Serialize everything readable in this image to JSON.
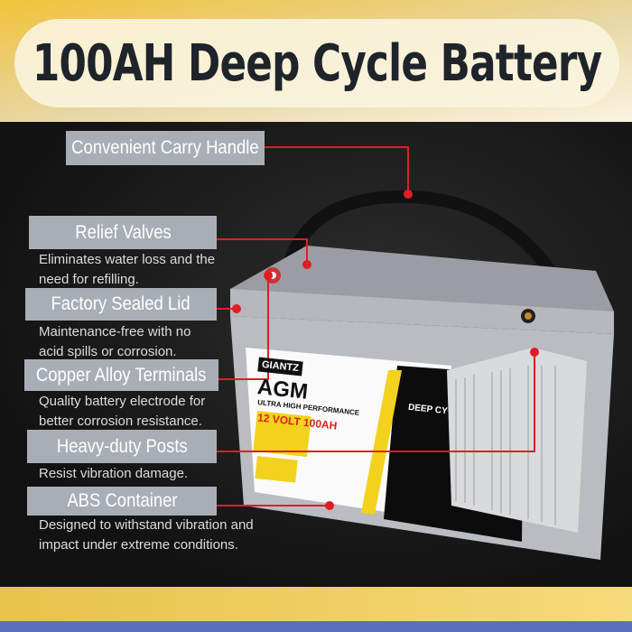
{
  "header": {
    "title": "100AH Deep Cycle Battery"
  },
  "features": [
    {
      "label": "Convenient Carry Handle",
      "description": ""
    },
    {
      "label": "Relief Valves",
      "description": "Eliminates water loss and the need for refilling."
    },
    {
      "label": "Factory Sealed Lid",
      "description": "Maintenance-free with no acid spills or corrosion."
    },
    {
      "label": "Copper Alloy Terminals",
      "description": "Quality battery electrode for better corrosion resistance."
    },
    {
      "label": "Heavy-duty Posts",
      "description": "Resist vibration damage."
    },
    {
      "label": "ABS Container",
      "description": "Designed to withstand vibration and impact under extreme conditions."
    }
  ],
  "battery_label": {
    "brand": "GIANTZ",
    "type": "AGM",
    "subtitle": "ULTRA HIGH PERFORMANCE",
    "rating": "12 VOLT 100AH",
    "side_title": "DEEP CY"
  },
  "colors": {
    "accent": "#e11d24",
    "label_bg": "#a9aeb6",
    "title": "#1f242b"
  }
}
